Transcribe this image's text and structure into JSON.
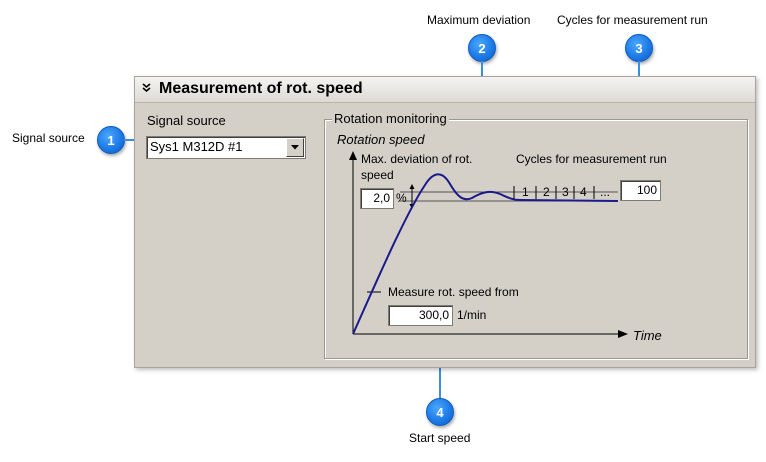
{
  "callouts": {
    "c1": {
      "number": "1",
      "label": "Signal source"
    },
    "c2": {
      "number": "2",
      "label": "Maximum deviation"
    },
    "c3": {
      "number": "3",
      "label": "Cycles for measurement run"
    },
    "c4": {
      "number": "4",
      "label": "Start speed"
    }
  },
  "panel": {
    "title": "Measurement of rot. speed",
    "collapse_icon": "double-chevron-down-icon"
  },
  "signal_source": {
    "group_label": "Signal source",
    "selected": "Sys1 M312D #1"
  },
  "rotation_monitoring": {
    "group_label": "Rotation monitoring",
    "y_axis_label": "Rotation speed",
    "x_axis_label": "Time",
    "max_deviation_label": "Max. deviation of rot. speed",
    "max_deviation_value": "2,0",
    "max_deviation_unit": "%",
    "cycles_label": "Cycles for measurement run",
    "cycle_marks": [
      "1",
      "2",
      "3",
      "4",
      "..."
    ],
    "cycles_value": "100",
    "start_speed_label": "Measure rot. speed from",
    "start_speed_value": "300,0",
    "start_speed_unit": "1/min"
  },
  "colors": {
    "badge": "#1e7be6",
    "leader": "#3b8ee0",
    "panel_bg": "#d4d0c8",
    "curve": "#1a1a8c"
  }
}
